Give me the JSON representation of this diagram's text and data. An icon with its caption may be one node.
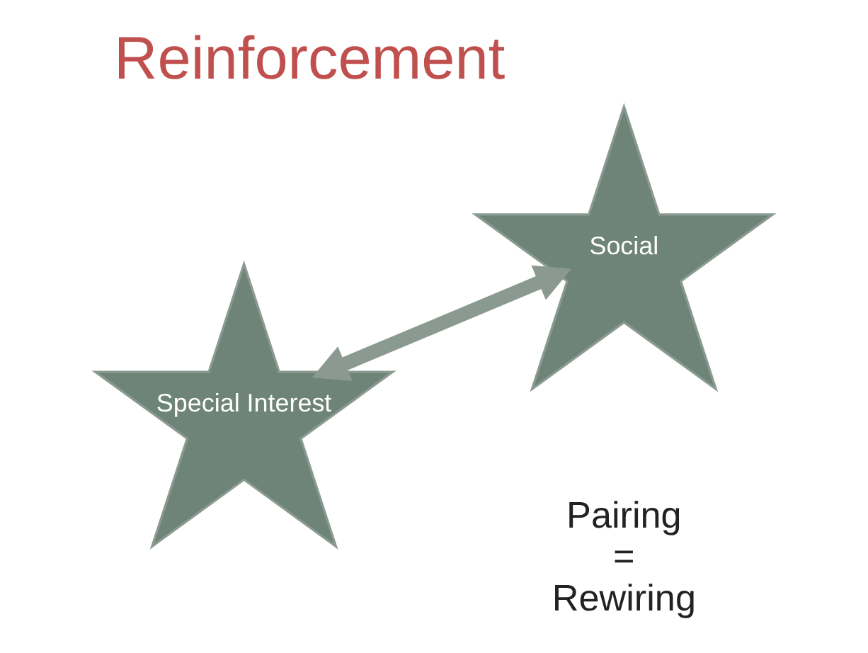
{
  "diagram": {
    "title": "Reinforcement",
    "nodes": [
      {
        "text": [
          "Special Interest"
        ]
      },
      {
        "text": [
          "Social"
        ]
      }
    ],
    "edges": [
      {
        "from": 0,
        "to": 1,
        "arrow": "both"
      }
    ],
    "labels": [
      "Pairing = Rewiring"
    ]
  }
}
